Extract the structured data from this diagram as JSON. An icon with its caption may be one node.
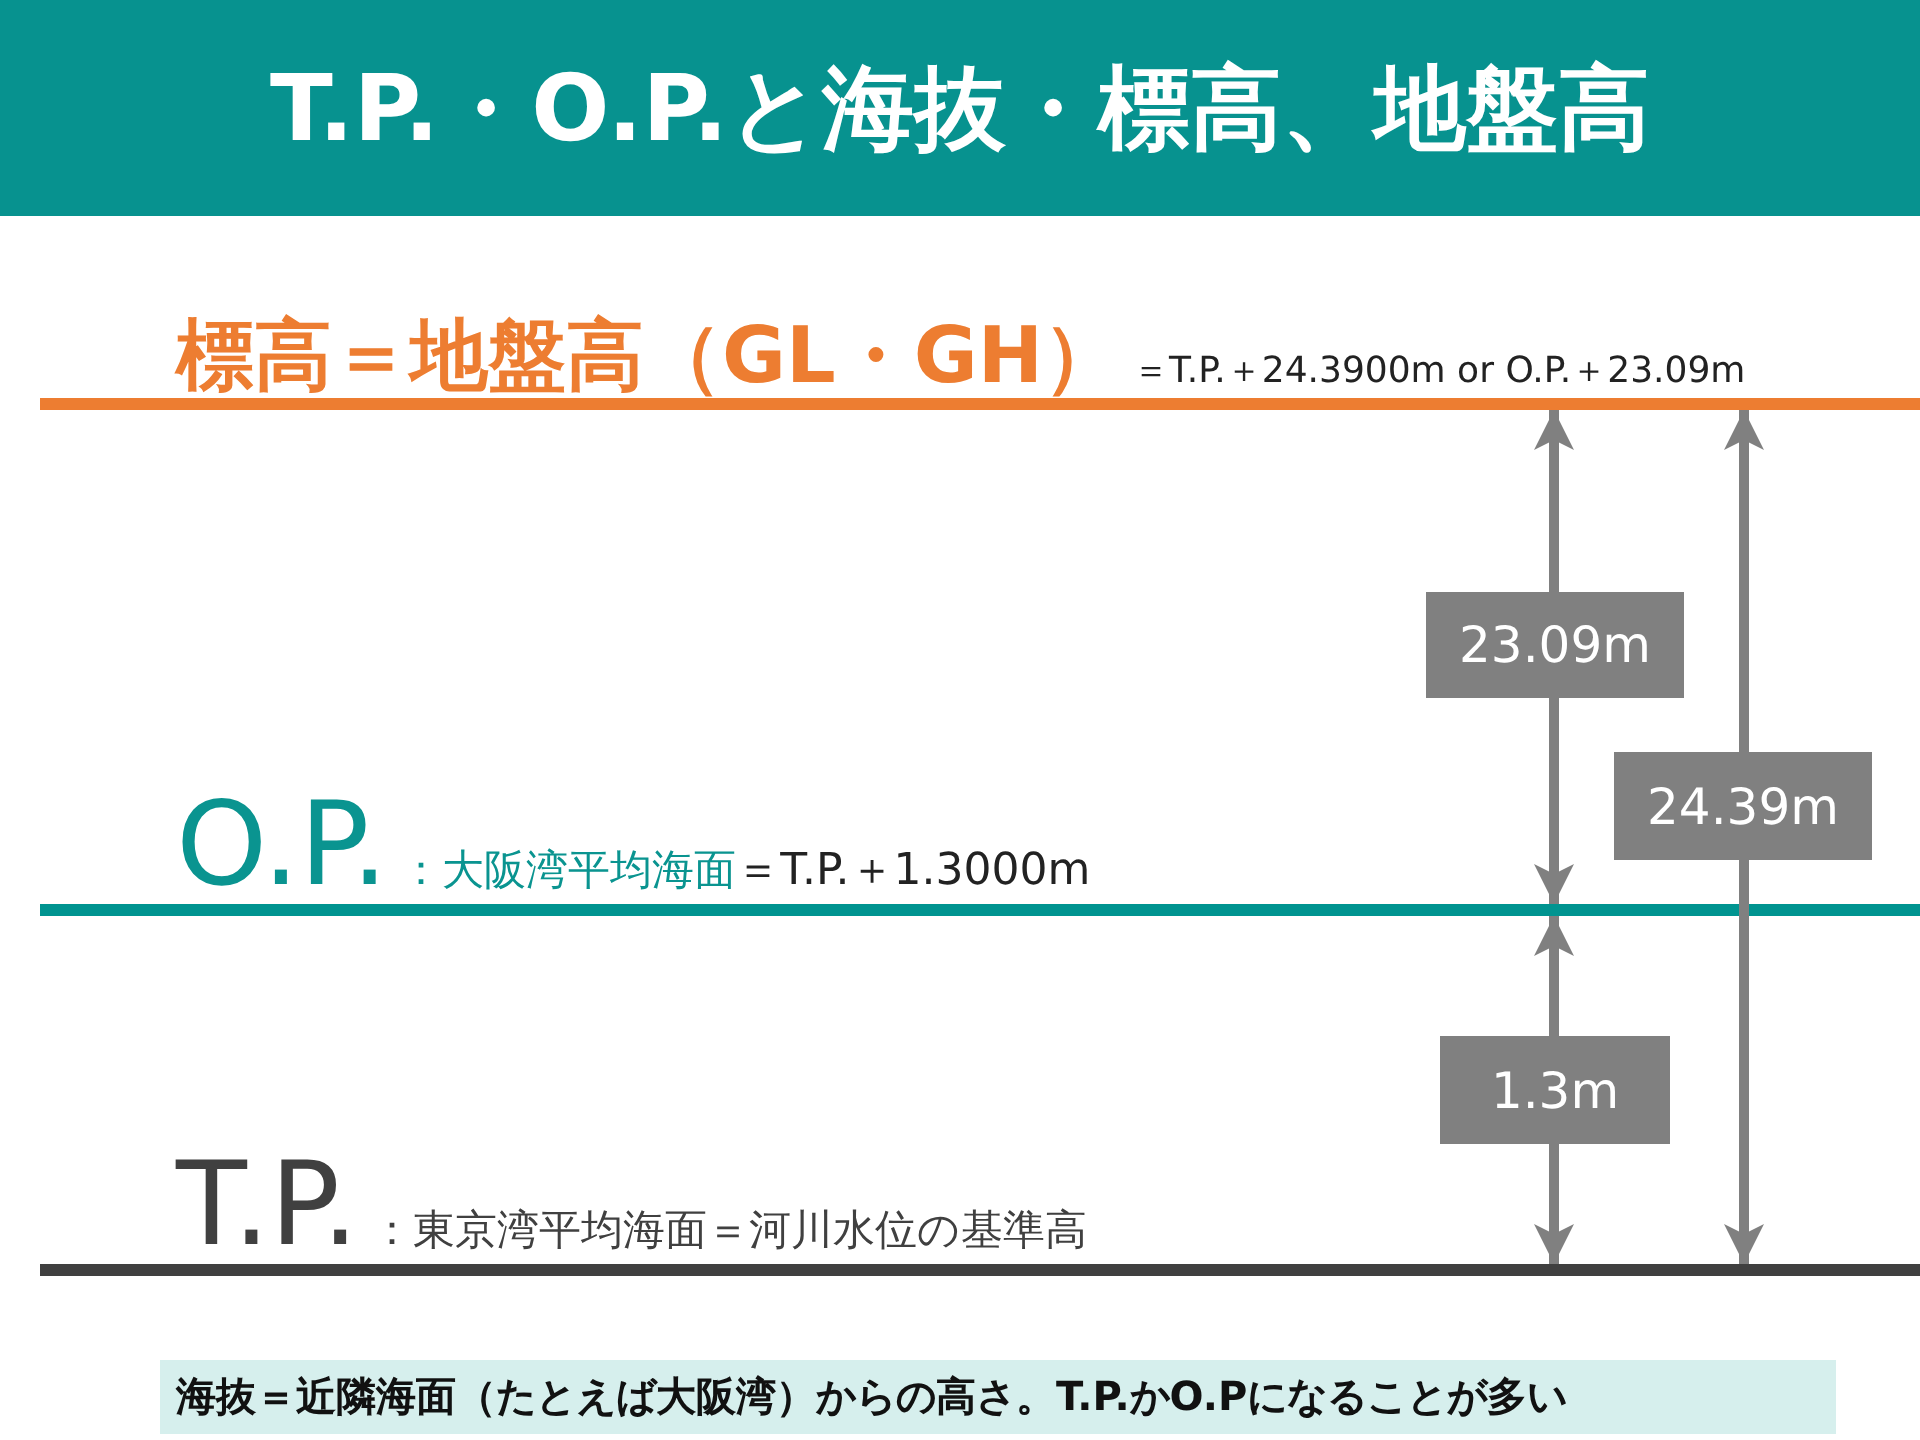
{
  "diagram": {
    "title": "T.P.・O.P.と海抜・標高、地盤高",
    "nodes": [
      {
        "text": [
          "海抜＝近隣海面（たとえば大阪湾）からの高さ。T.P.かO.Pになることが多い"
        ]
      }
    ],
    "labels": [
      "標高＝地盤高（GL・GH）",
      "＝T.P.＋24.3900m or O.P.＋23.09m",
      "23.09m",
      "24.39m",
      "O.P.",
      "：大阪湾平均海面",
      "＝T.P.＋1.3000m",
      "1.3m",
      "T.P.",
      "：東京湾平均海面＝河川水位の基準高"
    ]
  }
}
